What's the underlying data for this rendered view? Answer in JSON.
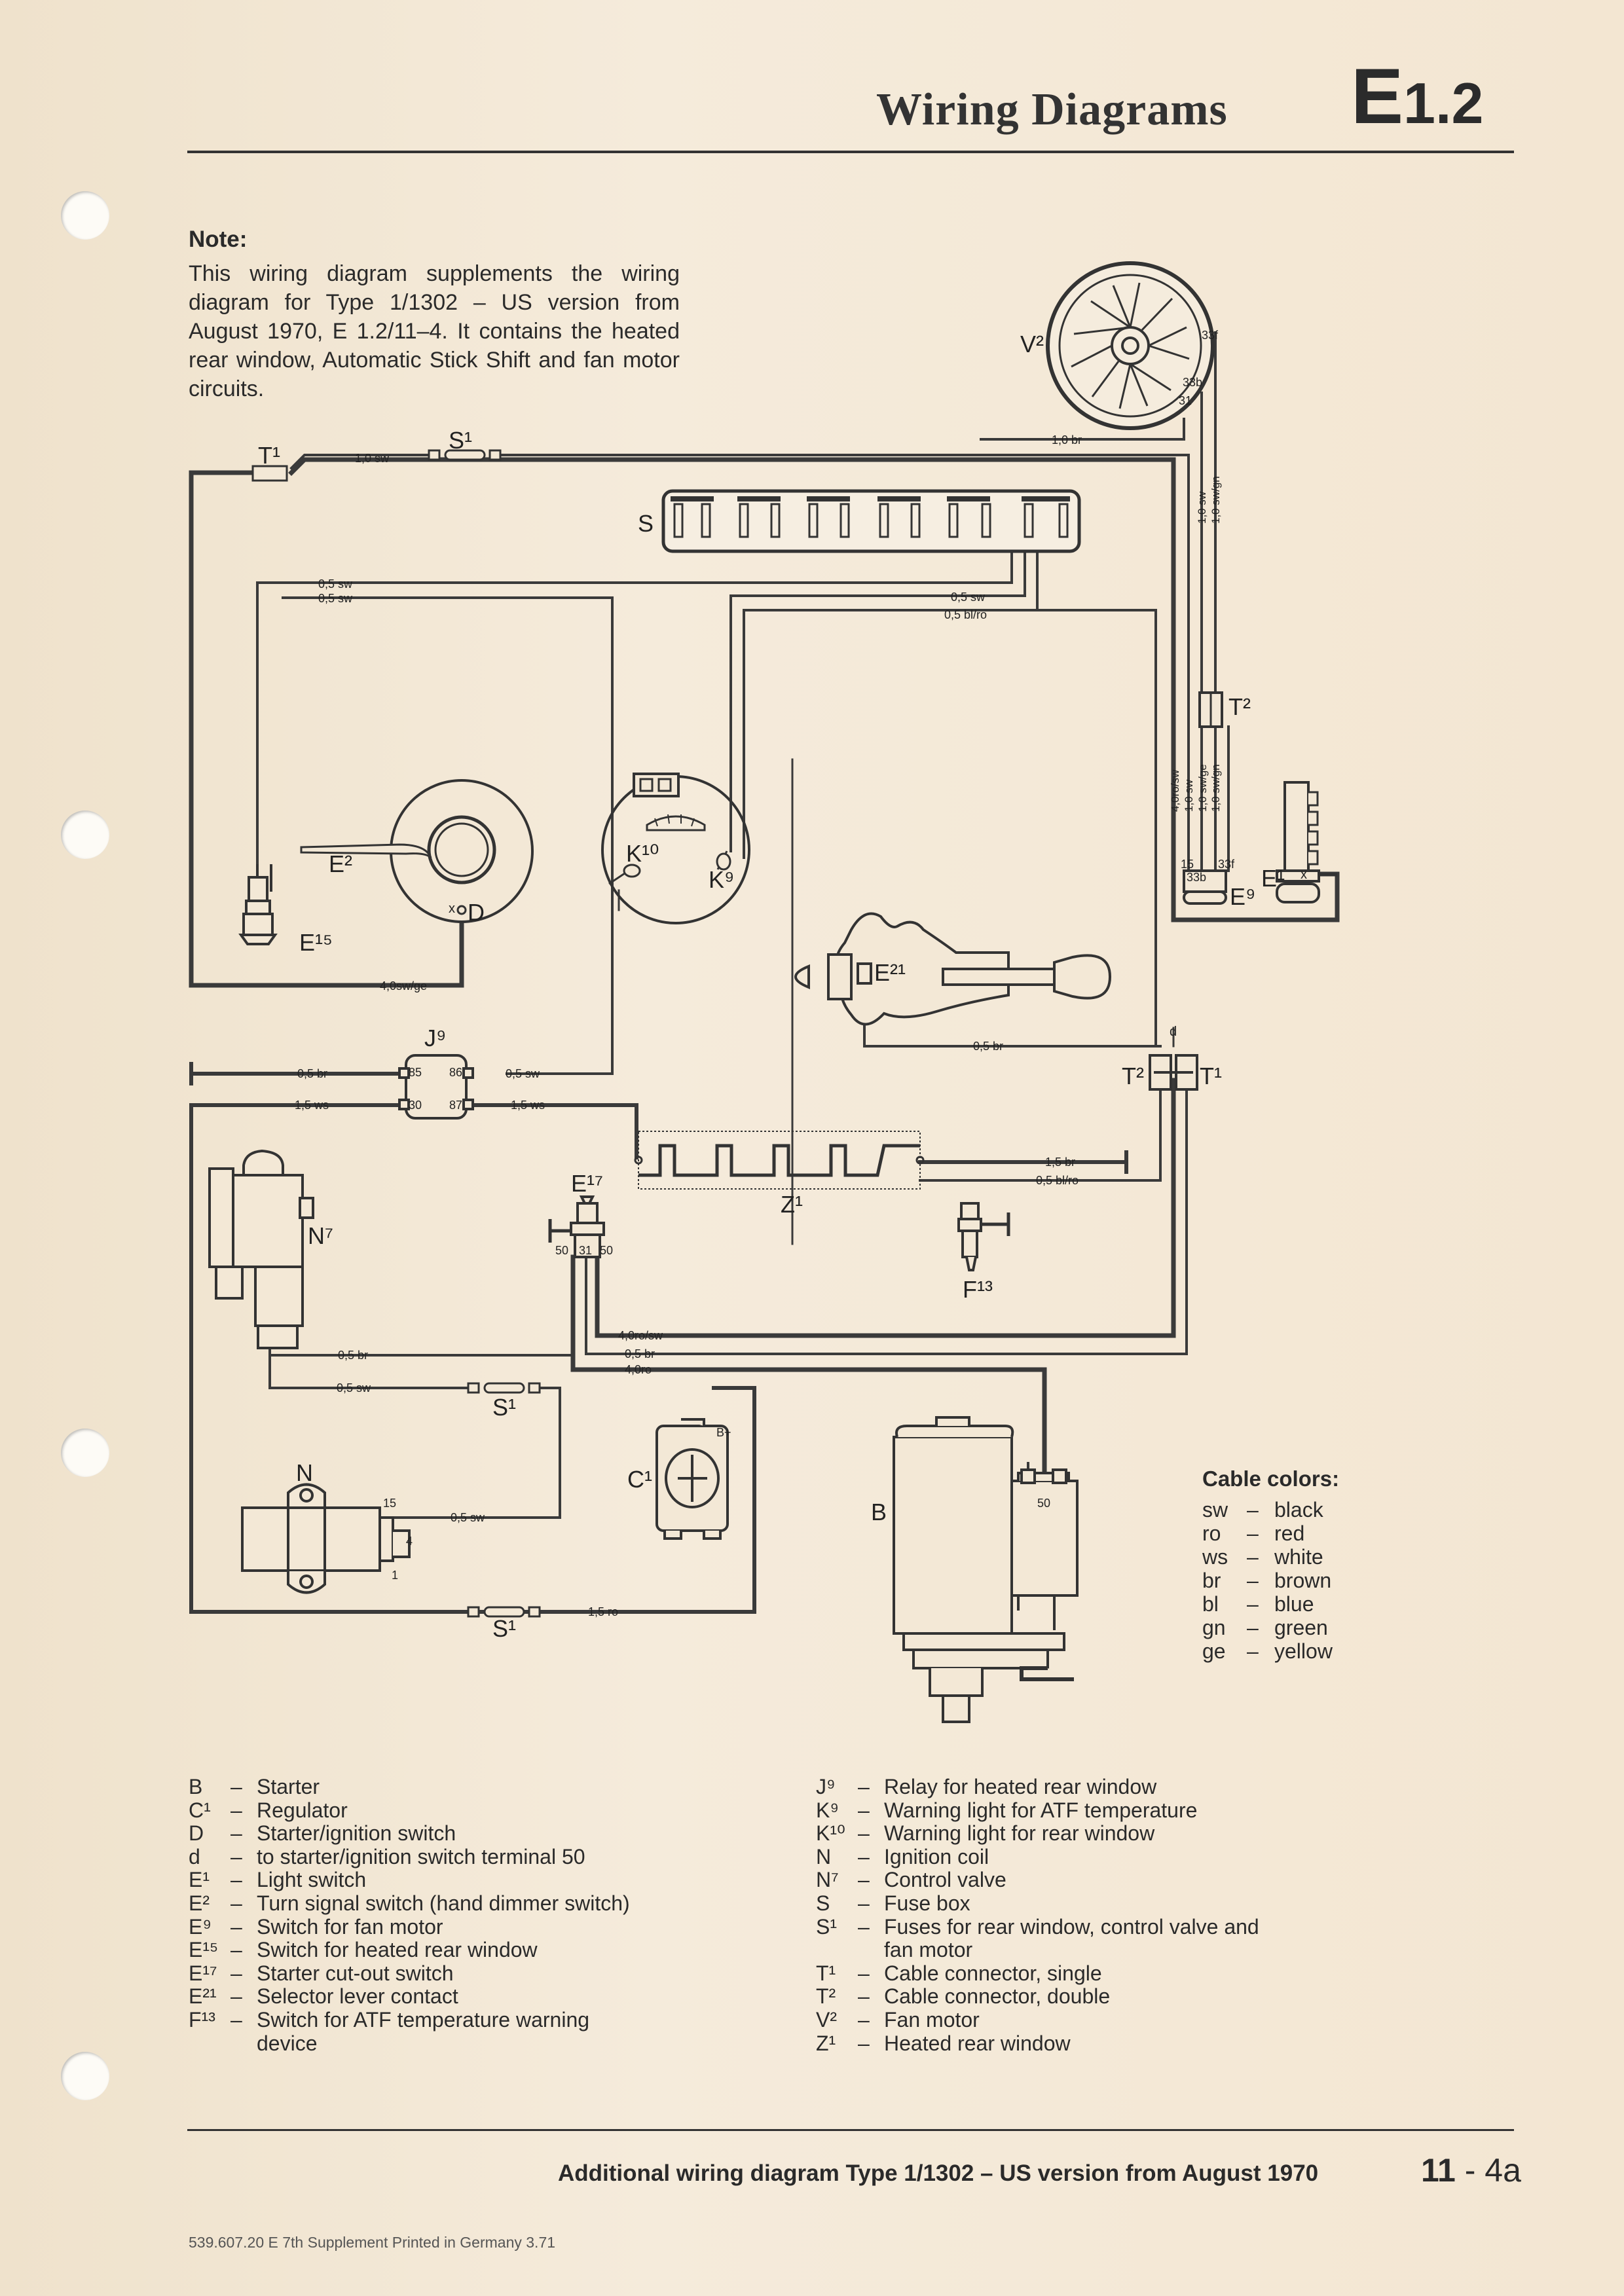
{
  "header": {
    "title": "Wiring Diagrams",
    "code_letter": "E",
    "code_number": "1.2"
  },
  "note": {
    "heading": "Note:",
    "text": "This wiring diagram supplements the wiring diagram for Type 1/1302 – US version from August 1970, E 1.2/11–4. It contains the heated rear window, Automatic Stick Shift and fan motor circuits."
  },
  "diagram": {
    "components": {
      "V2": "V²",
      "T1_top": "T¹",
      "S1_top": "S¹",
      "S": "S",
      "T2_right": "T²",
      "E2": "E²",
      "D": "D",
      "x": "x",
      "E15": "E¹⁵",
      "K10": "K¹⁰",
      "K9": "K⁹",
      "E9": "E⁹",
      "E1": "E¹",
      "x_e1": "x",
      "E21": "E²¹",
      "J9": "J⁹",
      "T2_mid": "T²",
      "T1_mid": "T¹",
      "d": "d",
      "Z1": "Z¹",
      "E17": "E¹⁷",
      "N7": "N⁷",
      "F13": "F¹³",
      "S1_mid": "S¹",
      "N": "N",
      "C1": "C¹",
      "B": "B",
      "S1_bot": "S¹"
    },
    "terminals": {
      "t33f": "33f",
      "t33b": "33b",
      "t31": "31",
      "t15": "15",
      "t33b2": "33b",
      "t33f2": "33f",
      "j85": "85",
      "j86": "86",
      "j30": "30",
      "j87": "87",
      "e50a": "50",
      "e31": "31",
      "e50b": "50",
      "n15": "15",
      "n4": "4",
      "n1": "1",
      "bplus": "B+",
      "b50": "50"
    },
    "wires": {
      "w_10br": "1,0 br",
      "w_10sw_top": "1,0 sw",
      "w_05sw_a": "0,5 sw",
      "w_05sw_b": "0,5 sw",
      "w_05sw_c": "0,5 sw",
      "w_05blro": "0,5 bl/ro",
      "w_40swge": "4,0sw/ge",
      "w_10sw_v": "1,0 sw",
      "w_10swgn": "1,0 sw/gn",
      "w_40rosw_v": "4,0ro/sw",
      "w_10sw_v2": "1,0 sw",
      "w_10swge": "1,0 sw/ge",
      "w_10swgn2": "1,0 sw/gn",
      "w_05br_e21": "0,5 br",
      "w_05br_j9": "0,5 br",
      "w_05sw_j9": "0,5 sw",
      "w_15ws_a": "1,5 ws",
      "w_15ws_b": "1,5 ws",
      "w_15br": "1,5 br",
      "w_05blro_f13": "0,5 bl/ro",
      "w_40rosw": "4,0ro/sw",
      "w_05br_c": "0,5 br",
      "w_40ro": "4,0ro",
      "w_05br_n7": "0,5 br",
      "w_05sw_n7": "0,5 sw",
      "w_05sw_n": "0,5 sw",
      "w_15ro": "1,5 ro"
    }
  },
  "cable_colors": {
    "heading": "Cable colors:",
    "items": [
      {
        "code": "sw",
        "name": "black"
      },
      {
        "code": "ro",
        "name": "red"
      },
      {
        "code": "ws",
        "name": "white"
      },
      {
        "code": "br",
        "name": "brown"
      },
      {
        "code": "bl",
        "name": "blue"
      },
      {
        "code": "gn",
        "name": "green"
      },
      {
        "code": "ge",
        "name": "yellow"
      }
    ]
  },
  "legend_left": [
    {
      "key": "B",
      "text": "Starter"
    },
    {
      "key": "C¹",
      "text": "Regulator"
    },
    {
      "key": "D",
      "text": "Starter/ignition switch"
    },
    {
      "key": "d",
      "text": "to starter/ignition switch terminal 50"
    },
    {
      "key": "E¹",
      "text": "Light switch"
    },
    {
      "key": "E²",
      "text": "Turn signal switch (hand dimmer switch)"
    },
    {
      "key": "E⁹",
      "text": "Switch for fan motor"
    },
    {
      "key": "E¹⁵",
      "text": "Switch for heated rear window"
    },
    {
      "key": "E¹⁷",
      "text": "Starter cut-out switch"
    },
    {
      "key": "E²¹",
      "text": "Selector lever contact"
    },
    {
      "key": "F¹³",
      "text": "Switch for ATF temperature warning"
    },
    {
      "key": "",
      "text": "device"
    }
  ],
  "legend_right": [
    {
      "key": "J⁹",
      "text": "Relay for heated rear window"
    },
    {
      "key": "K⁹",
      "text": "Warning light for ATF temperature"
    },
    {
      "key": "K¹⁰",
      "text": "Warning light for rear window"
    },
    {
      "key": "N",
      "text": "Ignition coil"
    },
    {
      "key": "N⁷",
      "text": "Control valve"
    },
    {
      "key": "S",
      "text": "Fuse box"
    },
    {
      "key": "S¹",
      "text": "Fuses for rear window, control valve and"
    },
    {
      "key": "",
      "text": "fan motor"
    },
    {
      "key": "T¹",
      "text": "Cable connector, single"
    },
    {
      "key": "T²",
      "text": "Cable connector, double"
    },
    {
      "key": "V²",
      "text": "Fan motor"
    },
    {
      "key": "Z¹",
      "text": "Heated rear window"
    }
  ],
  "footer": {
    "title": "Additional wiring diagram Type 1/1302 – US version from August 1970",
    "page_section": "11",
    "page_sep": " - ",
    "page_number": "4a",
    "imprint": "539.607.20 E 7th Supplement Printed in Germany 3.71"
  }
}
